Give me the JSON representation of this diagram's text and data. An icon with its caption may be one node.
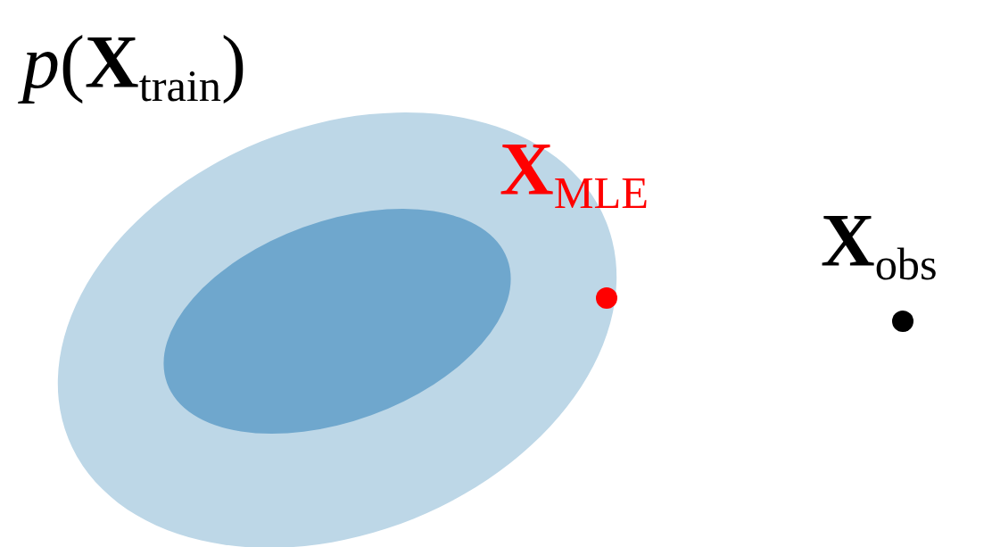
{
  "diagram": {
    "labels": [
      "*p*(**X**$_{train}$)",
      "**X**$_{MLE}$",
      "**X**$_{obs}$"
    ]
  }
}
